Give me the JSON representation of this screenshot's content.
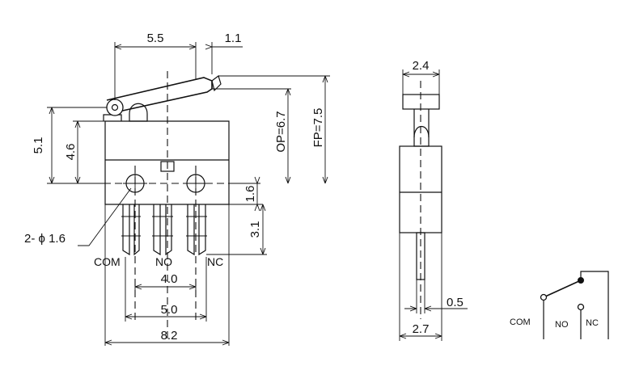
{
  "front_view": {
    "width_5_5": "5.5",
    "offset_1_1": "1.1",
    "height_5_1": "5.1",
    "height_4_6": "4.6",
    "op": "OP=6.7",
    "fp": "FP=7.5",
    "hole_1_6": "1.6",
    "pin_3_1": "3.1",
    "holes_label": "2- ϕ 1.6",
    "pin_com": "COM",
    "pin_no": "NO",
    "pin_nc": "NC",
    "pitch_4_0": "4.0",
    "pitch_5_0": "5.0",
    "width_8_2": "8.2"
  },
  "side_view": {
    "width_2_4": "2.4",
    "pin_0_5": "0.5",
    "width_2_7": "2.7"
  },
  "schematic": {
    "com": "COM",
    "no": "NO",
    "nc": "NC"
  }
}
